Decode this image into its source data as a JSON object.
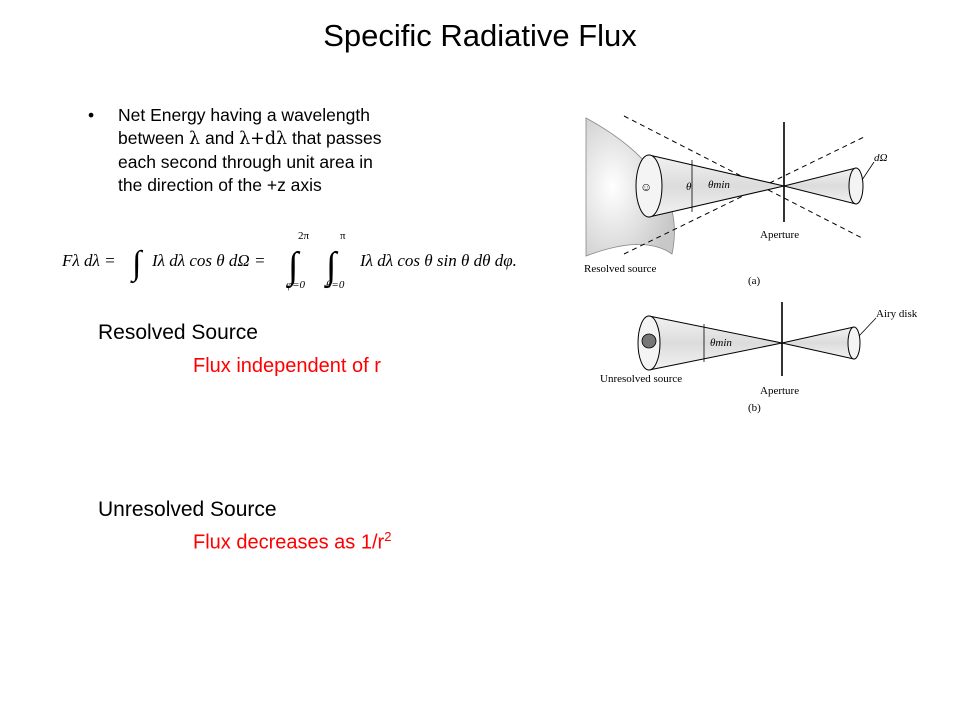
{
  "title": "Specific Radiative Flux",
  "bullet": {
    "marker": "•",
    "l1": "Net Energy having a wavelength",
    "l2a": "between ",
    "lambda": "λ",
    "l2b": " and ",
    "lambda_plus": "λ+dλ",
    "l2c": " that passes",
    "l3": "each second through unit area in",
    "l4": "the direction of the +z axis"
  },
  "equation": {
    "lhs": "Fλ dλ =",
    "integrand1": "Iλ dλ  cos θ dΩ =",
    "upper_phi": "2π",
    "lower_phi": "φ=0",
    "upper_theta": "π",
    "lower_theta": "θ=0",
    "integrand2": "Iλ dλ  cos θ  sin θ dθ dφ."
  },
  "resolved": {
    "label": "Resolved Source",
    "note": "Flux independent of r"
  },
  "unresolved": {
    "label": "Unresolved Source",
    "note_prefix": "Flux decreases as 1/r",
    "note_sup": "2"
  },
  "figure": {
    "a": {
      "d_omega": "dΩ",
      "theta": "θ",
      "theta_min": "θmin",
      "smiley": "☺",
      "aperture": "Aperture",
      "source": "Resolved source",
      "caption": "(a)"
    },
    "b": {
      "airy": "Airy disk",
      "theta_min": "θmin",
      "aperture": "Aperture",
      "source": "Unresolved source",
      "caption": "(b)"
    }
  },
  "colors": {
    "note": "#ff0000",
    "disk_gray": "#777777",
    "cone_gray": "#e6e6e6"
  }
}
